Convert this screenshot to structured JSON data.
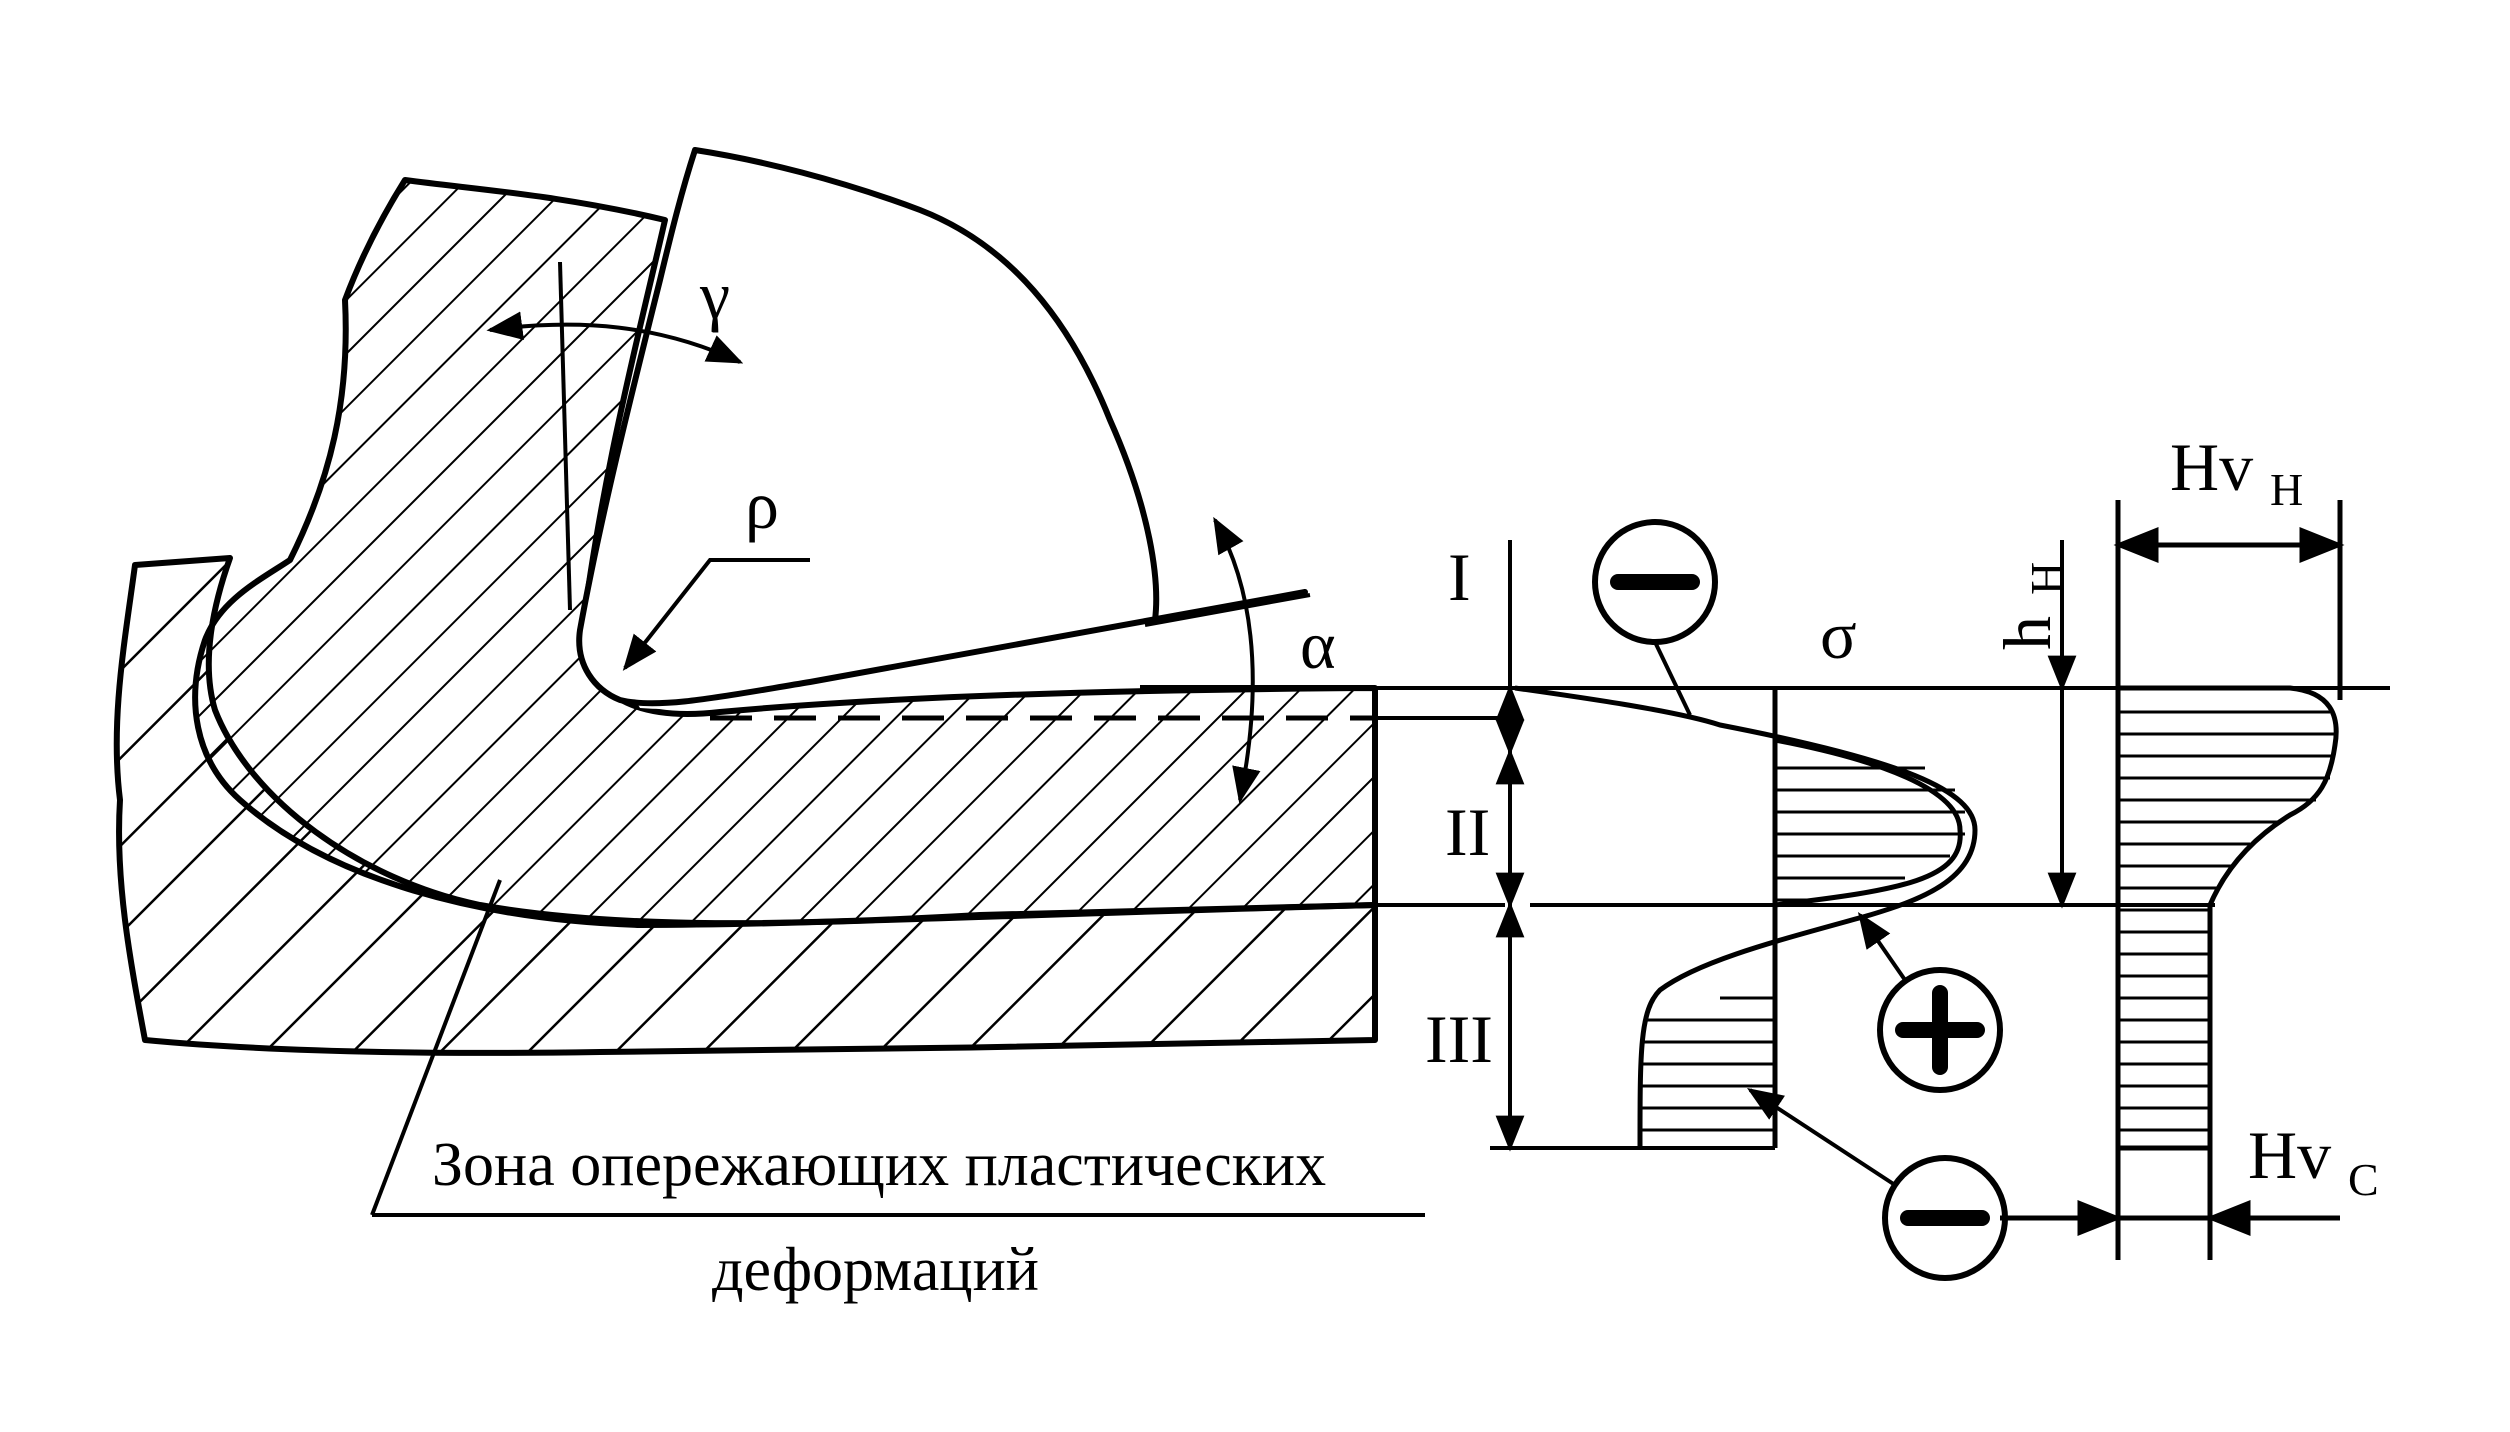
{
  "labels": {
    "gamma": "γ",
    "rho": "ρ",
    "alpha": "α",
    "sigma": "σ",
    "zone1": "I",
    "zone2": "II",
    "zone3": "III",
    "h": "h",
    "h_sub": "H",
    "hv_top": "Hv",
    "hv_top_sub": "H",
    "hv_bottom": "Hv",
    "hv_bottom_sub": "C"
  },
  "caption": {
    "line1": "Зона опережающих пластических",
    "line2": "деформаций"
  },
  "signs": {
    "minus_top": "minus-sign",
    "plus": "plus-sign",
    "minus_bottom": "minus-sign"
  },
  "colors": {
    "ink": "#000000",
    "paper": "#ffffff"
  }
}
